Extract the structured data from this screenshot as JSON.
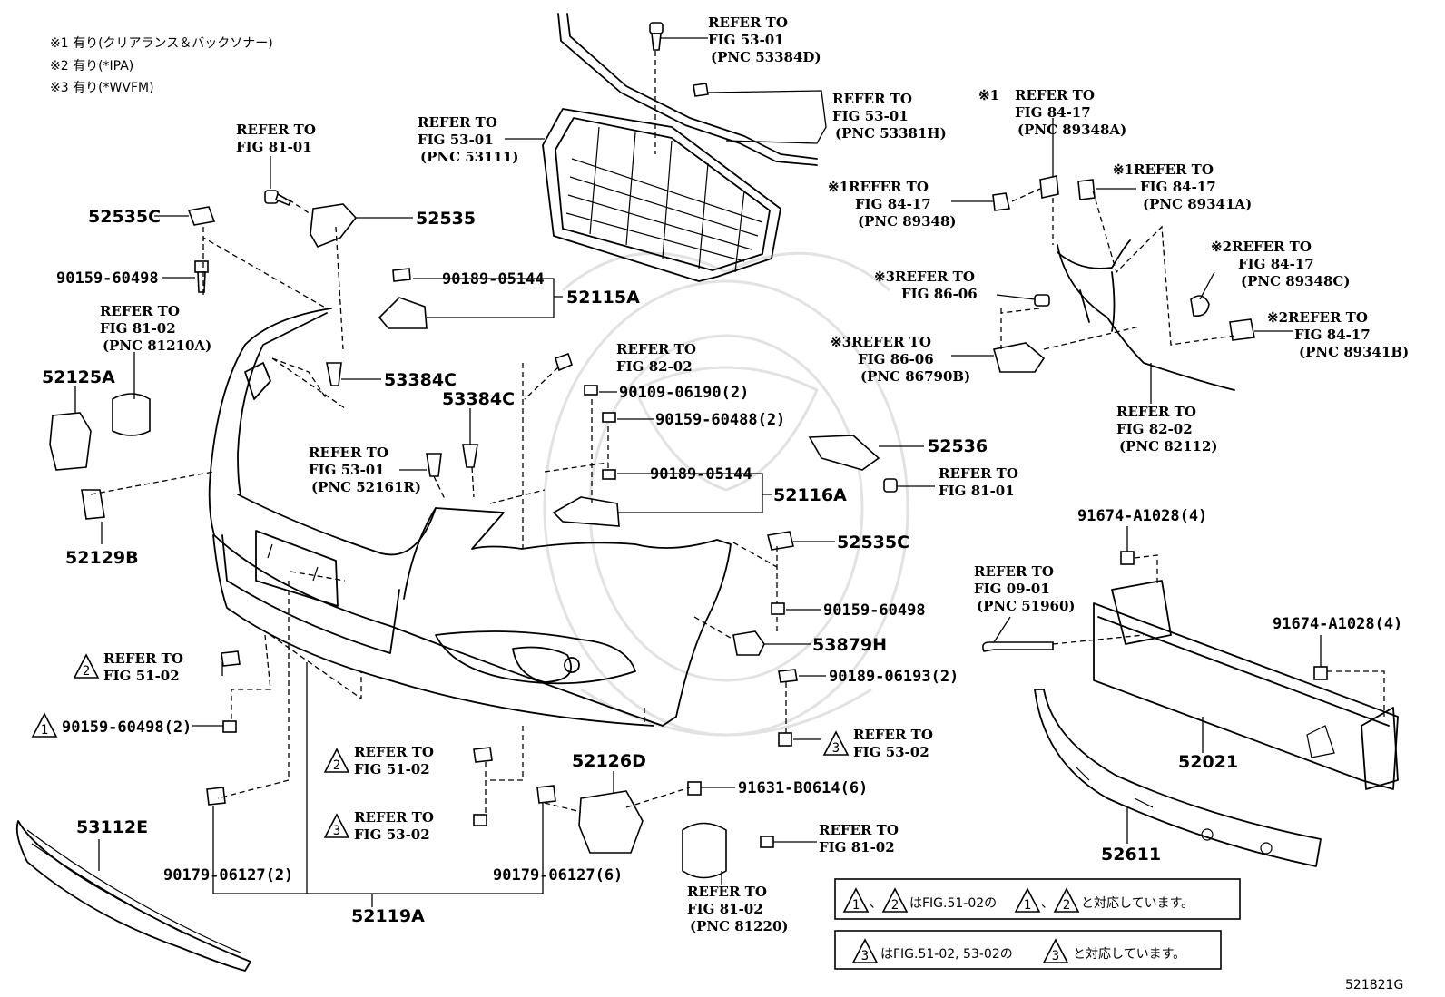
{
  "notes": [
    "※1 有り(クリアランス＆バックソナー)",
    "※2 有り(*IPA)",
    "※3 有り(*WVFM)"
  ],
  "figure_id": "521821G",
  "legend": {
    "line1_tail": "はFIG.51-02の",
    "line1_end": "と対応しています。",
    "line2_tail": "はFIG.51-02, 53-02の",
    "line2_end": "と対応しています。",
    "sep": "、"
  },
  "part_numbers": [
    "52535C",
    "52535",
    "90159-60498",
    "90189-05144",
    "52115A",
    "52125A",
    "53384C",
    "53384C",
    "52129B",
    "90109-06190(2)",
    "90159-60488(2)",
    "90189-05144",
    "52116A",
    "52536",
    "52535C",
    "90159-60498",
    "53879H",
    "90189-06193(2)",
    "90159-60498(2)",
    "53112E",
    "90179-06127(2)",
    "52119A",
    "90179-06127(6)",
    "52126D",
    "91631-B0614(6)",
    "91674-A1028(4)",
    "91674-A1028(4)",
    "52021",
    "52611"
  ],
  "references": [
    [
      "REFER TO",
      "FIG 53-01",
      "(PNC 53384D)"
    ],
    [
      "REFER TO",
      "FIG 53-01",
      "(PNC 53381H)"
    ],
    [
      "REFER TO",
      "FIG 53-01",
      "(PNC 53111)"
    ],
    [
      "REFER TO",
      "FIG 81-01"
    ],
    [
      "REFER TO",
      "FIG 81-02",
      "(PNC 81210A)"
    ],
    [
      "※1",
      "REFER TO",
      "FIG 84-17",
      "(PNC 89348A)"
    ],
    [
      "※1REFER TO",
      "FIG 84-17",
      "(PNC 89348)"
    ],
    [
      "※1REFER TO",
      "FIG 84-17",
      "(PNC 89341A)"
    ],
    [
      "※3REFER TO",
      "FIG 86-06"
    ],
    [
      "※2REFER TO",
      "FIG 84-17",
      "(PNC 89348C)"
    ],
    [
      "※3REFER TO",
      "FIG 86-06",
      "(PNC 86790B)"
    ],
    [
      "※2REFER TO",
      "FIG 84-17",
      "(PNC 89341B)"
    ],
    [
      "REFER TO",
      "FIG 82-02"
    ],
    [
      "REFER TO",
      "FIG 82-02",
      "(PNC 82112)"
    ],
    [
      "REFER TO",
      "FIG 53-01",
      "(PNC 52161R)"
    ],
    [
      "REFER TO",
      "FIG 81-01"
    ],
    [
      "REFER TO",
      "FIG 09-01",
      "(PNC 51960)"
    ],
    [
      "REFER TO",
      "FIG 51-02"
    ],
    [
      "REFER TO",
      "FIG 53-02"
    ],
    [
      "REFER TO",
      "FIG 51-02"
    ],
    [
      "REFER TO",
      "FIG 53-02"
    ],
    [
      "REFER TO",
      "FIG 81-02"
    ],
    [
      "REFER TO",
      "FIG 81-02",
      "(PNC 81220)"
    ]
  ],
  "markers": [
    "1",
    "2",
    "3"
  ]
}
